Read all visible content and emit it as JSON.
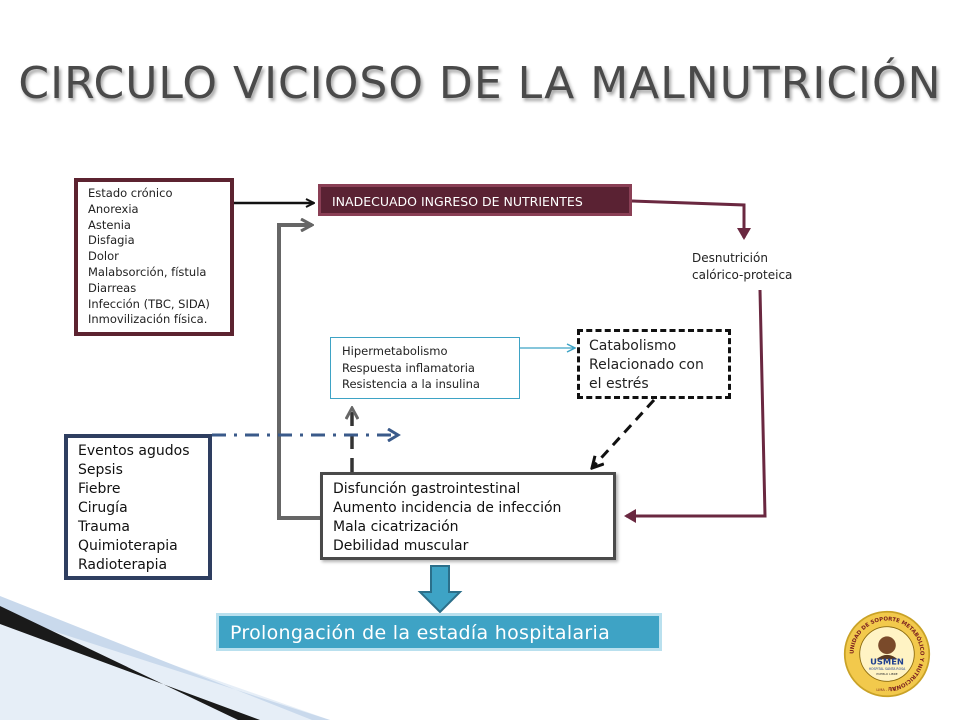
{
  "title": "CIRCULO VICIOSO DE LA MALNUTRICIÓN",
  "causes_box": {
    "items": [
      "Estado crónico",
      "Anorexia",
      "Astenia",
      "Disfagia",
      "Dolor",
      "Malabsorción, fístula",
      "Diarreas",
      "Infección (TBC, SIDA)",
      "Inmovilización física."
    ]
  },
  "inadequate_intake": "INADECUADO INGRESO DE NUTRIENTES",
  "desnutricion": {
    "line1": "Desnutrición",
    "line2": "calórico-proteica"
  },
  "hipermetabolismo": {
    "items": [
      "Hipermetabolismo",
      "Respuesta inflamatoria",
      "Resistencia a la insulina"
    ]
  },
  "catabolismo": {
    "items": [
      "Catabolismo",
      "Relacionado con",
      "el estrés"
    ]
  },
  "eventos_agudos": {
    "items": [
      "Eventos agudos",
      "Sepsis",
      "Fiebre",
      "Cirugía",
      "Trauma",
      "Quimioterapia",
      "Radioterapia"
    ]
  },
  "disfuncion": {
    "items": [
      "Disfunción gastrointestinal",
      "Aumento incidencia de infección",
      "Mala cicatrización",
      "Debilidad muscular"
    ]
  },
  "prolongacion": "Prolongación de la estadía hospitalaria",
  "logo": {
    "name": "USMEN",
    "ring_text": "UNIDAD DE SOPORTE METABÓLICO Y NUTRICIONAL",
    "sub": "HOSPITAL SANTA ROSA",
    "bottom": "LIMA - PERU",
    "motto": "PUEBLO LIBRE"
  },
  "colors": {
    "maroon": "#5c2330",
    "navy": "#2e3e60",
    "blue": "#3ea3c5",
    "dashed_blue": "#3a5a8a",
    "gray_arrow": "#666666"
  }
}
